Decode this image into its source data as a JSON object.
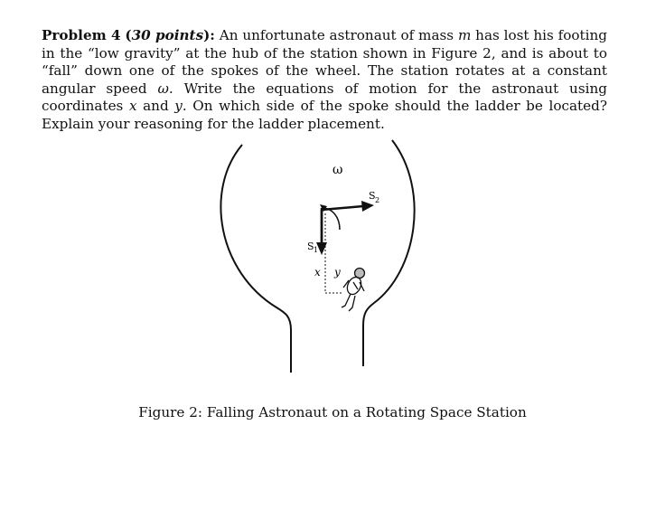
{
  "problem": {
    "heading": "Problem 4",
    "points_open": "(",
    "points": "30 points",
    "points_close": "):",
    "text_1": " An unfortunate astronaut of mass ",
    "var_m": "m",
    "text_2": " has lost his footing in the “low gravity” at the hub of the station shown in Figure 2, and is about to “fall” down one of the spokes of the wheel. The station rotates at a constant angular speed ",
    "var_omega": "ω",
    "text_3": ". Write the equations of motion for the astronaut using coordinates ",
    "var_x": "x",
    "text_4": " and ",
    "var_y": "y",
    "text_5": ". On which side of the spoke should the ladder be located? Explain your reasoning for the ladder placement."
  },
  "figure": {
    "label_omega": "ω",
    "label_s1": "S",
    "label_s1_sub": "1",
    "label_s2": "S",
    "label_s2_sub": "2",
    "label_x": "x",
    "label_y": "y",
    "caption": "Figure 2: Falling Astronaut on a Rotating Space Station"
  }
}
